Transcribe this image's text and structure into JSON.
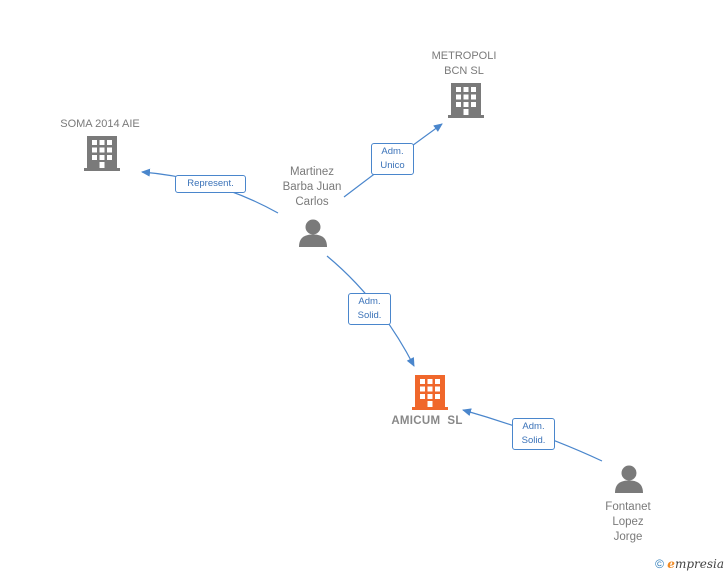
{
  "colors": {
    "edge": "#4a86cc",
    "node": "#7a7a7a",
    "focus": "#f0672b"
  },
  "nodes": {
    "soma": {
      "label": "SOMA 2014 AIE",
      "icon": "building-icon"
    },
    "metropoli": {
      "line1": "METROPOLI",
      "line2": "BCN SL",
      "icon": "building-icon"
    },
    "martinez": {
      "line1": "Martinez",
      "line2": "Barba Juan",
      "line3": "Carlos",
      "icon": "person-icon"
    },
    "amicum": {
      "label": "AMICUM  SL",
      "icon": "building-icon"
    },
    "fontanet": {
      "line1": "Fontanet",
      "line2": "Lopez",
      "line3": "Jorge",
      "icon": "person-icon"
    }
  },
  "edges": {
    "represent": {
      "line1": "Represent."
    },
    "adm_unico": {
      "line1": "Adm.",
      "line2": "Unico"
    },
    "adm_solid_1": {
      "line1": "Adm.",
      "line2": "Solid."
    },
    "adm_solid_2": {
      "line1": "Adm.",
      "line2": "Solid."
    }
  },
  "footer": {
    "copyright": "©",
    "brand_e": "e",
    "brand_rest": "mpresia"
  }
}
